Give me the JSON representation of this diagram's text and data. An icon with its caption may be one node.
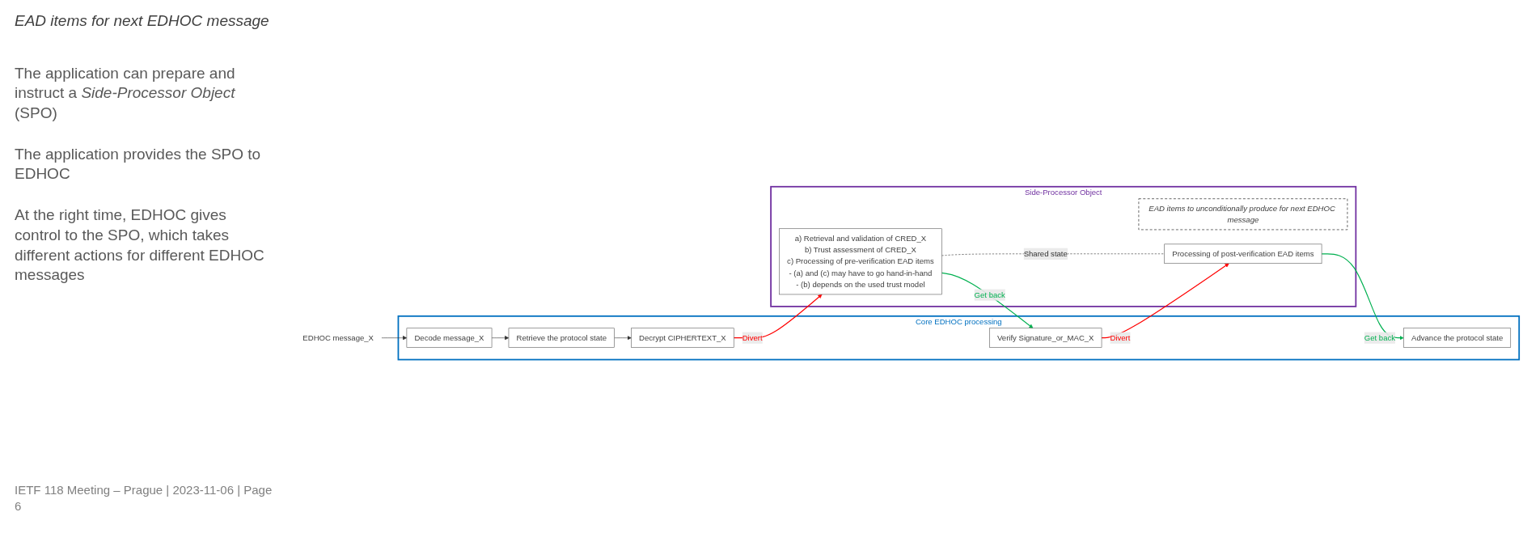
{
  "diagram": {
    "nodes": [
      {
        "text": [
          "Core EDHOC processing"
        ]
      },
      {
        "text": [
          "EDHOC message_X"
        ]
      },
      {
        "text": [
          "Decode message_X"
        ],
        "in": 0
      },
      {
        "text": [
          "Retrieve the protocol state"
        ],
        "in": 0
      },
      {
        "text": [
          "Decrypt CIPHERTEXT_X"
        ],
        "in": 0
      },
      {
        "text": [
          "Verify Signature_or_MAC_X"
        ],
        "in": 0
      },
      {
        "text": [
          "Advance the protocol state"
        ],
        "in": 0
      },
      {
        "text": [
          "Side-Processor Object"
        ]
      },
      {
        "text": [
          "a) Retrieval and validation of CRED_X",
          "b) Trust assessment of CRED_X",
          "c) Processing of pre-verification EAD items",
          "- (a) and (c) may have to go hand-in-hand",
          "- (b) depends on the used trust model"
        ],
        "in": 7
      },
      {
        "text": [
          "Processing of post-verification EAD items"
        ],
        "in": 7
      },
      {
        "text": [
          "EAD items to unconditionally produce for next EDHOC message"
        ],
        "in": 7
      }
    ],
    "edges": [
      {
        "from": 1,
        "to": 2,
        "arrow": "to"
      },
      {
        "from": 2,
        "to": 3,
        "arrow": "to"
      },
      {
        "from": 3,
        "to": 4,
        "arrow": "to"
      },
      {
        "from": 4,
        "to": 8,
        "arrow": "to",
        "label": "Divert",
        "color": "#ff0000"
      },
      {
        "from": 8,
        "to": 5,
        "arrow": "to",
        "label": "Get back",
        "color": "#00b050"
      },
      {
        "from": 5,
        "to": 9,
        "arrow": "to",
        "label": "Divert",
        "color": "#ff0000"
      },
      {
        "from": 9,
        "to": 6,
        "arrow": "to",
        "label": "Get back",
        "color": "#00b050"
      },
      {
        "from": 8,
        "to": 9,
        "arrow": "none",
        "label": "Shared state",
        "style": "dashed"
      }
    ],
    "labels": [
      "EAD items for next EDHOC message",
      "The application can prepare and instruct a *Side-Processor Object* (SPO)",
      "The application provides the SPO to EDHOC",
      "At the right time, EDHOC gives control to the SPO, which takes different actions for different EDHOC messages",
      "IETF 118 Meeting – Prague | 2023-11-06 | Page 6"
    ]
  }
}
